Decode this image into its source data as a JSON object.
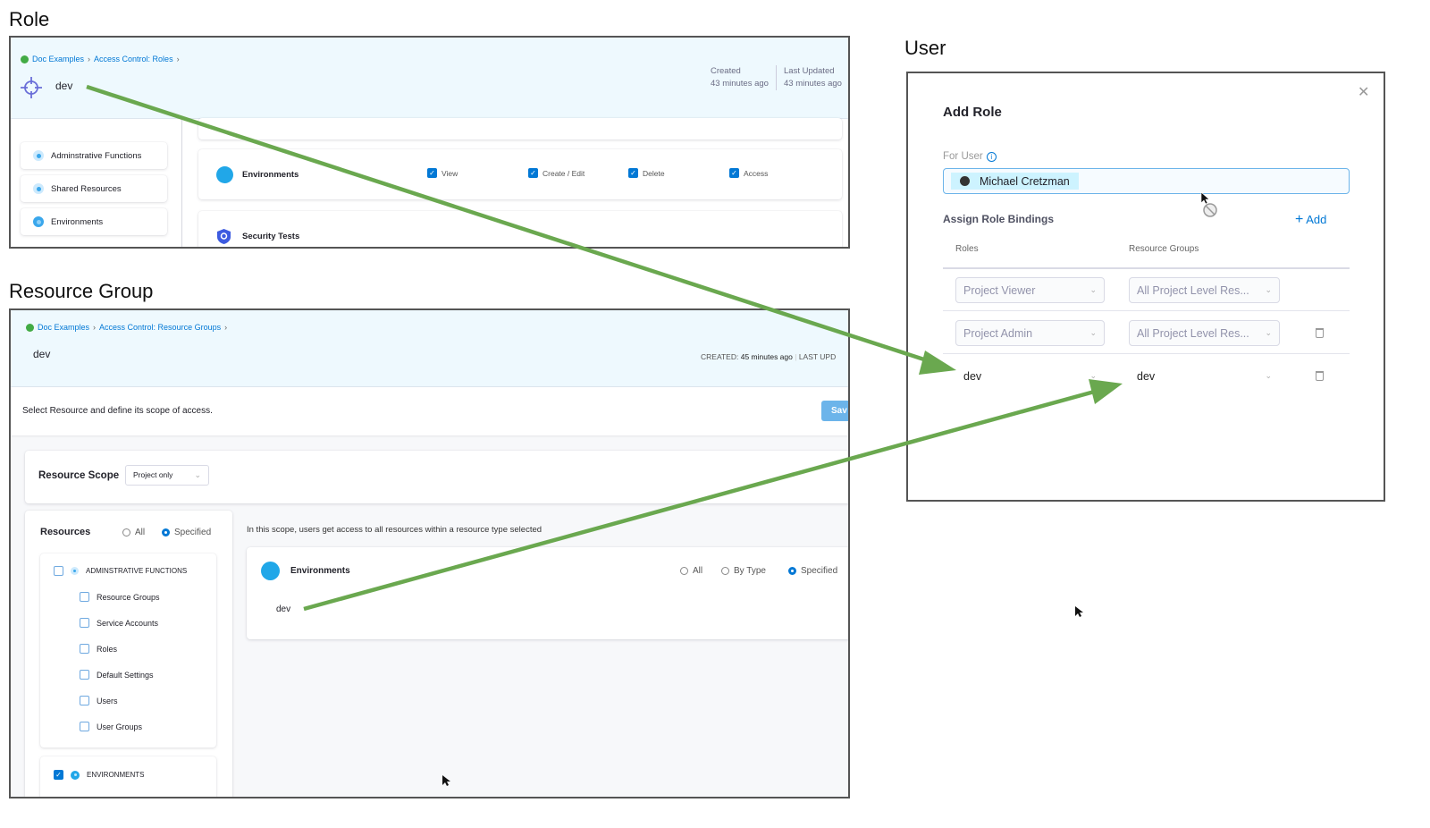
{
  "labels": {
    "role": "Role",
    "resource_group": "Resource Group",
    "user": "User"
  },
  "role_panel": {
    "breadcrumb": [
      "Doc Examples",
      "Access Control: Roles"
    ],
    "title": "dev",
    "created_label": "Created",
    "created_value": "43 minutes ago",
    "updated_label": "Last Updated",
    "updated_value": "43 minutes ago",
    "sidebar": [
      "Adminstrative Functions",
      "Shared Resources",
      "Environments"
    ],
    "env_card": {
      "title": "Environments",
      "permissions": [
        "View",
        "Create / Edit",
        "Delete",
        "Access"
      ]
    },
    "security_card": {
      "title": "Security Tests"
    }
  },
  "rg_panel": {
    "breadcrumb": [
      "Doc Examples",
      "Access Control: Resource Groups"
    ],
    "title": "dev",
    "created_label": "CREATED:",
    "created_value": "45 minutes ago",
    "updated_label": "LAST UPD",
    "description": "Select Resource and define its scope of access.",
    "save_label": "Sav",
    "scope_label": "Resource Scope",
    "scope_value": "Project only",
    "resources_label": "Resources",
    "resources_options": [
      "All",
      "Specified"
    ],
    "resources_selected": "Specified",
    "scope_hint": "In this scope, users get access to all resources within a resource type selected",
    "groups": [
      {
        "title": "ADMINSTRATIVE FUNCTIONS",
        "checked": false,
        "items": [
          "Resource Groups",
          "Service Accounts",
          "Roles",
          "Default Settings",
          "Users",
          "User Groups"
        ]
      },
      {
        "title": "ENVIRONMENTS",
        "checked": true
      }
    ],
    "env_card": {
      "title": "Environments",
      "options": [
        "All",
        "By Type",
        "Specified"
      ],
      "selected": "Specified",
      "value": "dev"
    }
  },
  "modal": {
    "title": "Add Role",
    "for_user_label": "For User",
    "user_chip": "Michael Cretzman",
    "bindings_label": "Assign Role Bindings",
    "add_label": "Add",
    "col_roles": "Roles",
    "col_groups": "Resource Groups",
    "rows": [
      {
        "role": "Project Viewer",
        "group": "All Project Level Res...",
        "deletable": false
      },
      {
        "role": "Project Admin",
        "group": "All Project Level Res...",
        "deletable": true
      },
      {
        "role": "dev",
        "group": "dev",
        "deletable": true
      }
    ]
  },
  "colors": {
    "arrow": "#6aa84f",
    "accent": "#0278d5",
    "header_bg": "#eef9fe"
  }
}
